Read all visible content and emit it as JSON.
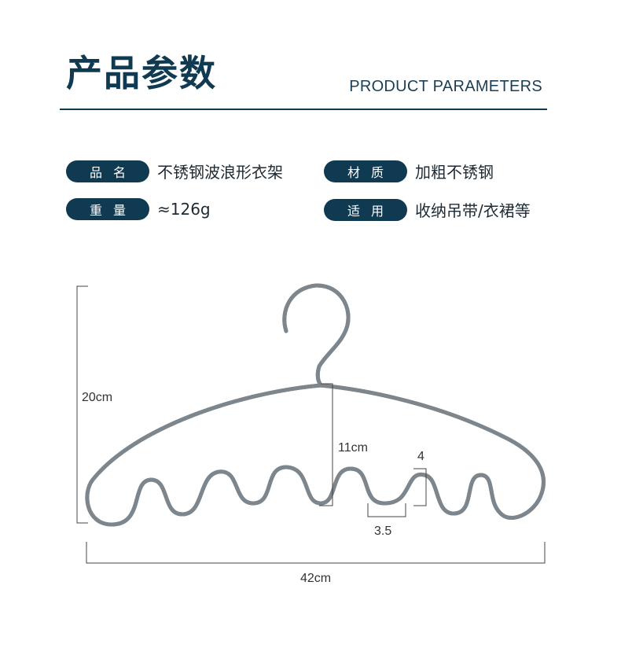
{
  "header": {
    "title": "产品参数",
    "subtitle": "PRODUCT PARAMETERS"
  },
  "params": [
    {
      "label": "品名",
      "value": "不锈钢波浪形衣架"
    },
    {
      "label": "材质",
      "value": "加粗不锈钢"
    },
    {
      "label": "重量",
      "value": "≈126g"
    },
    {
      "label": "适用",
      "value": "收纳吊带/衣裙等"
    }
  ],
  "dimensions": {
    "height": "20cm",
    "hook_drop": "11cm",
    "wave_depth": "4",
    "wave_width": "3.5",
    "width": "42cm"
  },
  "colors": {
    "brand": "#0f3a52",
    "text": "#1e2a33",
    "metal": "#9aa3aa"
  }
}
